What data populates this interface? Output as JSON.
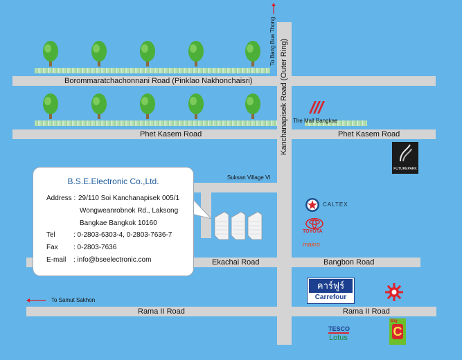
{
  "roads": {
    "top": "Borommaratchachonnani Road  (Pinklao Nakhonchaisri)",
    "phet_left": "Phet Kasem Road",
    "phet_right": "Phet Kasem Road",
    "kanchana": "Kanchanapisek Road (Outer Ring)",
    "suksan": "Suksan Village VI",
    "ekachai": "Ekachai Road",
    "bangbon": "Bangbon Road",
    "rama_left": "Rama II Road",
    "rama_right": "Rama II Road"
  },
  "directions": {
    "north": "To Bang Bua Thong",
    "west": "To Samut Sakhon"
  },
  "landmarks": {
    "mall": "The Mall Bangkae",
    "future_park": "FUTUREPARK",
    "caltex": "CALTEX",
    "toyota": "TOYOTA",
    "makro": "makro",
    "carrefour_thai": "คาร์ฟูร์",
    "carrefour": "Carrefour",
    "tesco": "TESCO",
    "lotus": "Lotus",
    "bigc": "Big"
  },
  "company": {
    "name": "B.S.E.Electronic Co.,Ltd.",
    "address_label": "Address :",
    "address_line1": "29/110 Soi Kanchanapisek 005/1",
    "address_line2": "Wongweanrobnok Rd., Laksong",
    "address_line3": "Bangkae Bangkok 10160",
    "tel_label": "Tel",
    "tel": ": 0-2803-6303-4, 0-2803-7636-7",
    "fax_label": "Fax",
    "fax": ": 0-2803-7636",
    "email_label": "E-mail",
    "email": ": info@bseelectronic.com"
  },
  "colors": {
    "background": "#63b4e8",
    "road": "#d4d4d4",
    "arrow": "#d4202a",
    "company_title": "#1f5e9e"
  }
}
